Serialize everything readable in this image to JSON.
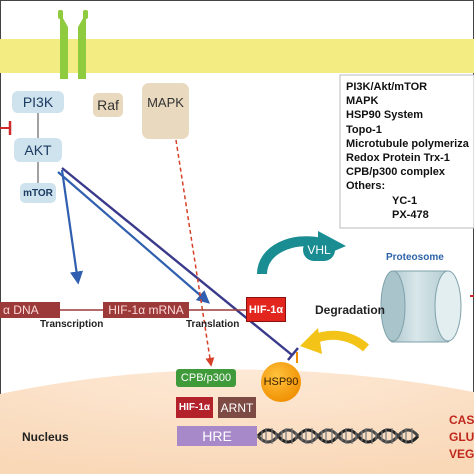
{
  "colors": {
    "membrane": "#f3ec83",
    "receptor": "#8fcb3e",
    "nucleus": "#fbe2c9",
    "node_blue": "#cfe3ee",
    "node_tan": "#e9d9bf",
    "arrow_blue": "#2f5fae",
    "arrow_navy": "#3a3a8c",
    "arrow_red_dashed": "#d6402a",
    "mrna_bar": "#9c3a3a",
    "hif_red": "#e2261e",
    "hif_dark_red": "#b3222a",
    "arnt_brown": "#7e4a44",
    "hre_purple": "#a789c9",
    "cpb_green": "#3f9a3a",
    "hsp90_orange": "#f6a10c",
    "vhl_teal": "#1a8d93",
    "yellow_arrow": "#f3c317",
    "proteosome": "#c7dbe0",
    "gene_text_red": "#c0281e",
    "inhibitor_red": "#cc2a2a"
  },
  "icons": {
    "receptor": "receptor-icon",
    "proteosome": "proteosome-cylinder-icon",
    "dna": "dna-helix-icon"
  },
  "upstream": {
    "pi3k": "PI3K",
    "raf": "Raf",
    "mapk": "MAPK",
    "akt": "AKT",
    "mtor": "mTOR"
  },
  "inhibitor_list": {
    "items": [
      "PI3K/Akt/mTOR",
      "MAPK",
      "HSP90 System",
      "Topo-1",
      "Microtubule polymeriza",
      "Redox Protein Trx-1",
      "CPB/p300 complex",
      "Others:"
    ],
    "others": [
      "YC-1",
      "PX-478"
    ]
  },
  "pathway": {
    "dna": "α DNA",
    "mrna": "HIF-1α mRNA",
    "transcription": "Transcription",
    "translation": "Translation",
    "hif1a": "HIF-1α",
    "vhl": "VHL",
    "proteosome": "Proteosome",
    "degradation": "Degradation"
  },
  "nucleus": {
    "label": "Nucleus",
    "cpb": "CPB/p300",
    "hif1a": "HIF-1α",
    "arnt": "ARNT",
    "hsp90": "HSP90",
    "hre": "HRE",
    "genes": [
      "CAS",
      "GLU",
      "VEG"
    ]
  }
}
